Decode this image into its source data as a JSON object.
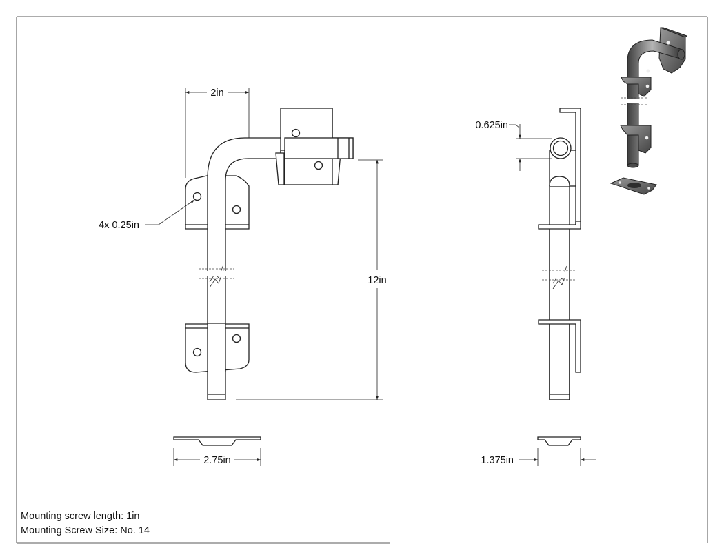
{
  "dimensions": {
    "front_width": "2in",
    "front_height": "12in",
    "hole_callout": "4x 0.25in",
    "plate_width": "2.75in",
    "side_pin": "0.625in",
    "side_plate_depth": "1.375in"
  },
  "notes": {
    "screw_length": "Mounting screw length: 1in",
    "screw_size": "Mounting Screw Size: No. 14"
  },
  "colors": {
    "line": "#222222",
    "iso_light": "#8a8a8a",
    "iso_dark": "#3c3c3c"
  }
}
